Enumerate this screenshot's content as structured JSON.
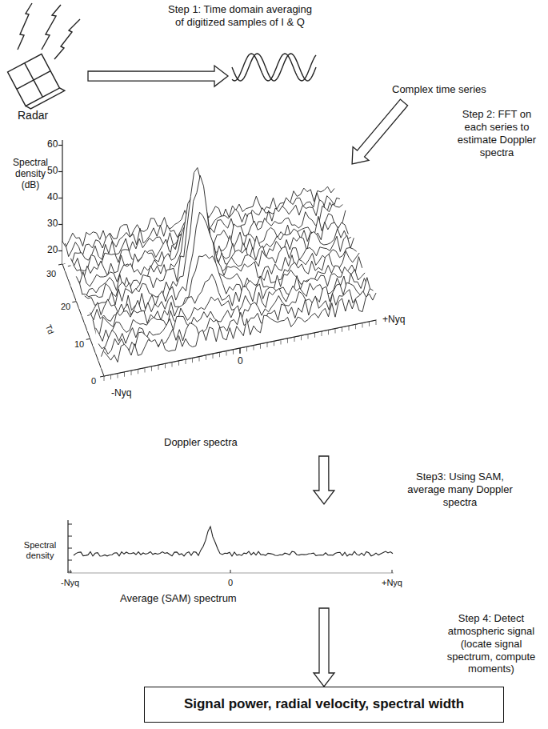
{
  "diagram": {
    "nodes": [
      {
        "text": [
          "Radar"
        ]
      },
      {
        "text": [
          "Complex time series"
        ]
      },
      {
        "text": [
          "Doppler spectra"
        ]
      },
      {
        "text": [
          "Average (SAM) spectrum"
        ]
      },
      {
        "text": [
          "Signal power, radial velocity, spectral width"
        ]
      }
    ],
    "edges": [
      {
        "from": 0,
        "to": 1,
        "arrow": "to",
        "label": "Step 1: Time domain averaging of digitized samples of I & Q"
      },
      {
        "from": 1,
        "to": 2,
        "arrow": "to",
        "label": "Step 2: FFT on each series to estimate Doppler spectra"
      },
      {
        "from": 2,
        "to": 3,
        "arrow": "to",
        "label": "Step3: Using SAM, average many Doppler spectra"
      },
      {
        "from": 3,
        "to": 4,
        "arrow": "to",
        "label": "Step 4: Detect atmospheric signal (locate signal spectrum, compute moments)"
      }
    ],
    "labels": [
      "Spectral density (dB)",
      "60",
      "50",
      "40",
      "30",
      "20",
      "30",
      "20",
      "10",
      "0",
      "Td",
      "-Nyq",
      "0",
      "+Nyq",
      "Spectral density",
      "-Nyq",
      "0",
      "+Nyq"
    ]
  }
}
